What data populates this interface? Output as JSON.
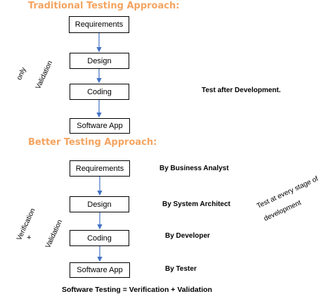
{
  "traditional": {
    "heading": "Traditional Testing Approach:",
    "steps": [
      "Requirements",
      "Design",
      "Coding",
      "Software App"
    ],
    "note": "Test after Development.",
    "side_label_1": "only",
    "side_label_2": "Validation"
  },
  "better": {
    "heading": "Better Testing Approach:",
    "steps": [
      "Requirements",
      "Design",
      "Coding",
      "Software App"
    ],
    "roles": [
      "By Business Analyst",
      "By System Architect",
      "By Developer",
      "By Tester"
    ],
    "note_line_1": "Test at every stage of",
    "note_line_2": "development",
    "side_label_1": "Verification",
    "side_label_2": "+",
    "side_label_3": "Validation"
  },
  "footer": "Software Testing = Verification + Validation",
  "colors": {
    "heading": "#F4A460",
    "arrow": "#4472C4",
    "box_border": "#000000"
  }
}
